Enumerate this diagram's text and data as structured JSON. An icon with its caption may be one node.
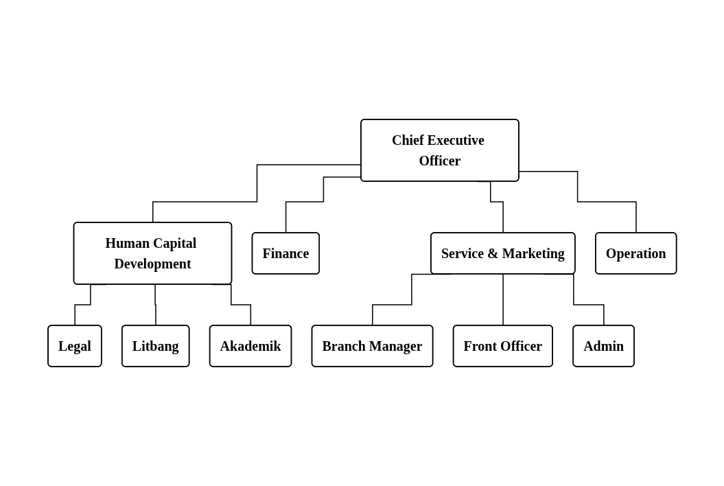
{
  "diagram": {
    "nodes": [
      {
        "text": [
          "Chief Executive Officer"
        ]
      },
      {
        "text": [
          "Human Capital Development"
        ]
      },
      {
        "text": [
          "Finance"
        ]
      },
      {
        "text": [
          "Service & Marketing"
        ]
      },
      {
        "text": [
          "Operation"
        ]
      },
      {
        "text": [
          "Legal"
        ]
      },
      {
        "text": [
          "Litbang"
        ]
      },
      {
        "text": [
          "Akademik"
        ]
      },
      {
        "text": [
          "Branch Manager"
        ]
      },
      {
        "text": [
          "Front Officer"
        ]
      },
      {
        "text": [
          "Admin"
        ]
      }
    ],
    "edges": [
      {
        "from": 0,
        "to": 1,
        "arrow": "none"
      },
      {
        "from": 0,
        "to": 2,
        "arrow": "none"
      },
      {
        "from": 0,
        "to": 3,
        "arrow": "none"
      },
      {
        "from": 0,
        "to": 4,
        "arrow": "none"
      },
      {
        "from": 1,
        "to": 5,
        "arrow": "none"
      },
      {
        "from": 1,
        "to": 6,
        "arrow": "none"
      },
      {
        "from": 1,
        "to": 7,
        "arrow": "none"
      },
      {
        "from": 3,
        "to": 8,
        "arrow": "none"
      },
      {
        "from": 3,
        "to": 9,
        "arrow": "none"
      },
      {
        "from": 3,
        "to": 10,
        "arrow": "none"
      }
    ]
  }
}
